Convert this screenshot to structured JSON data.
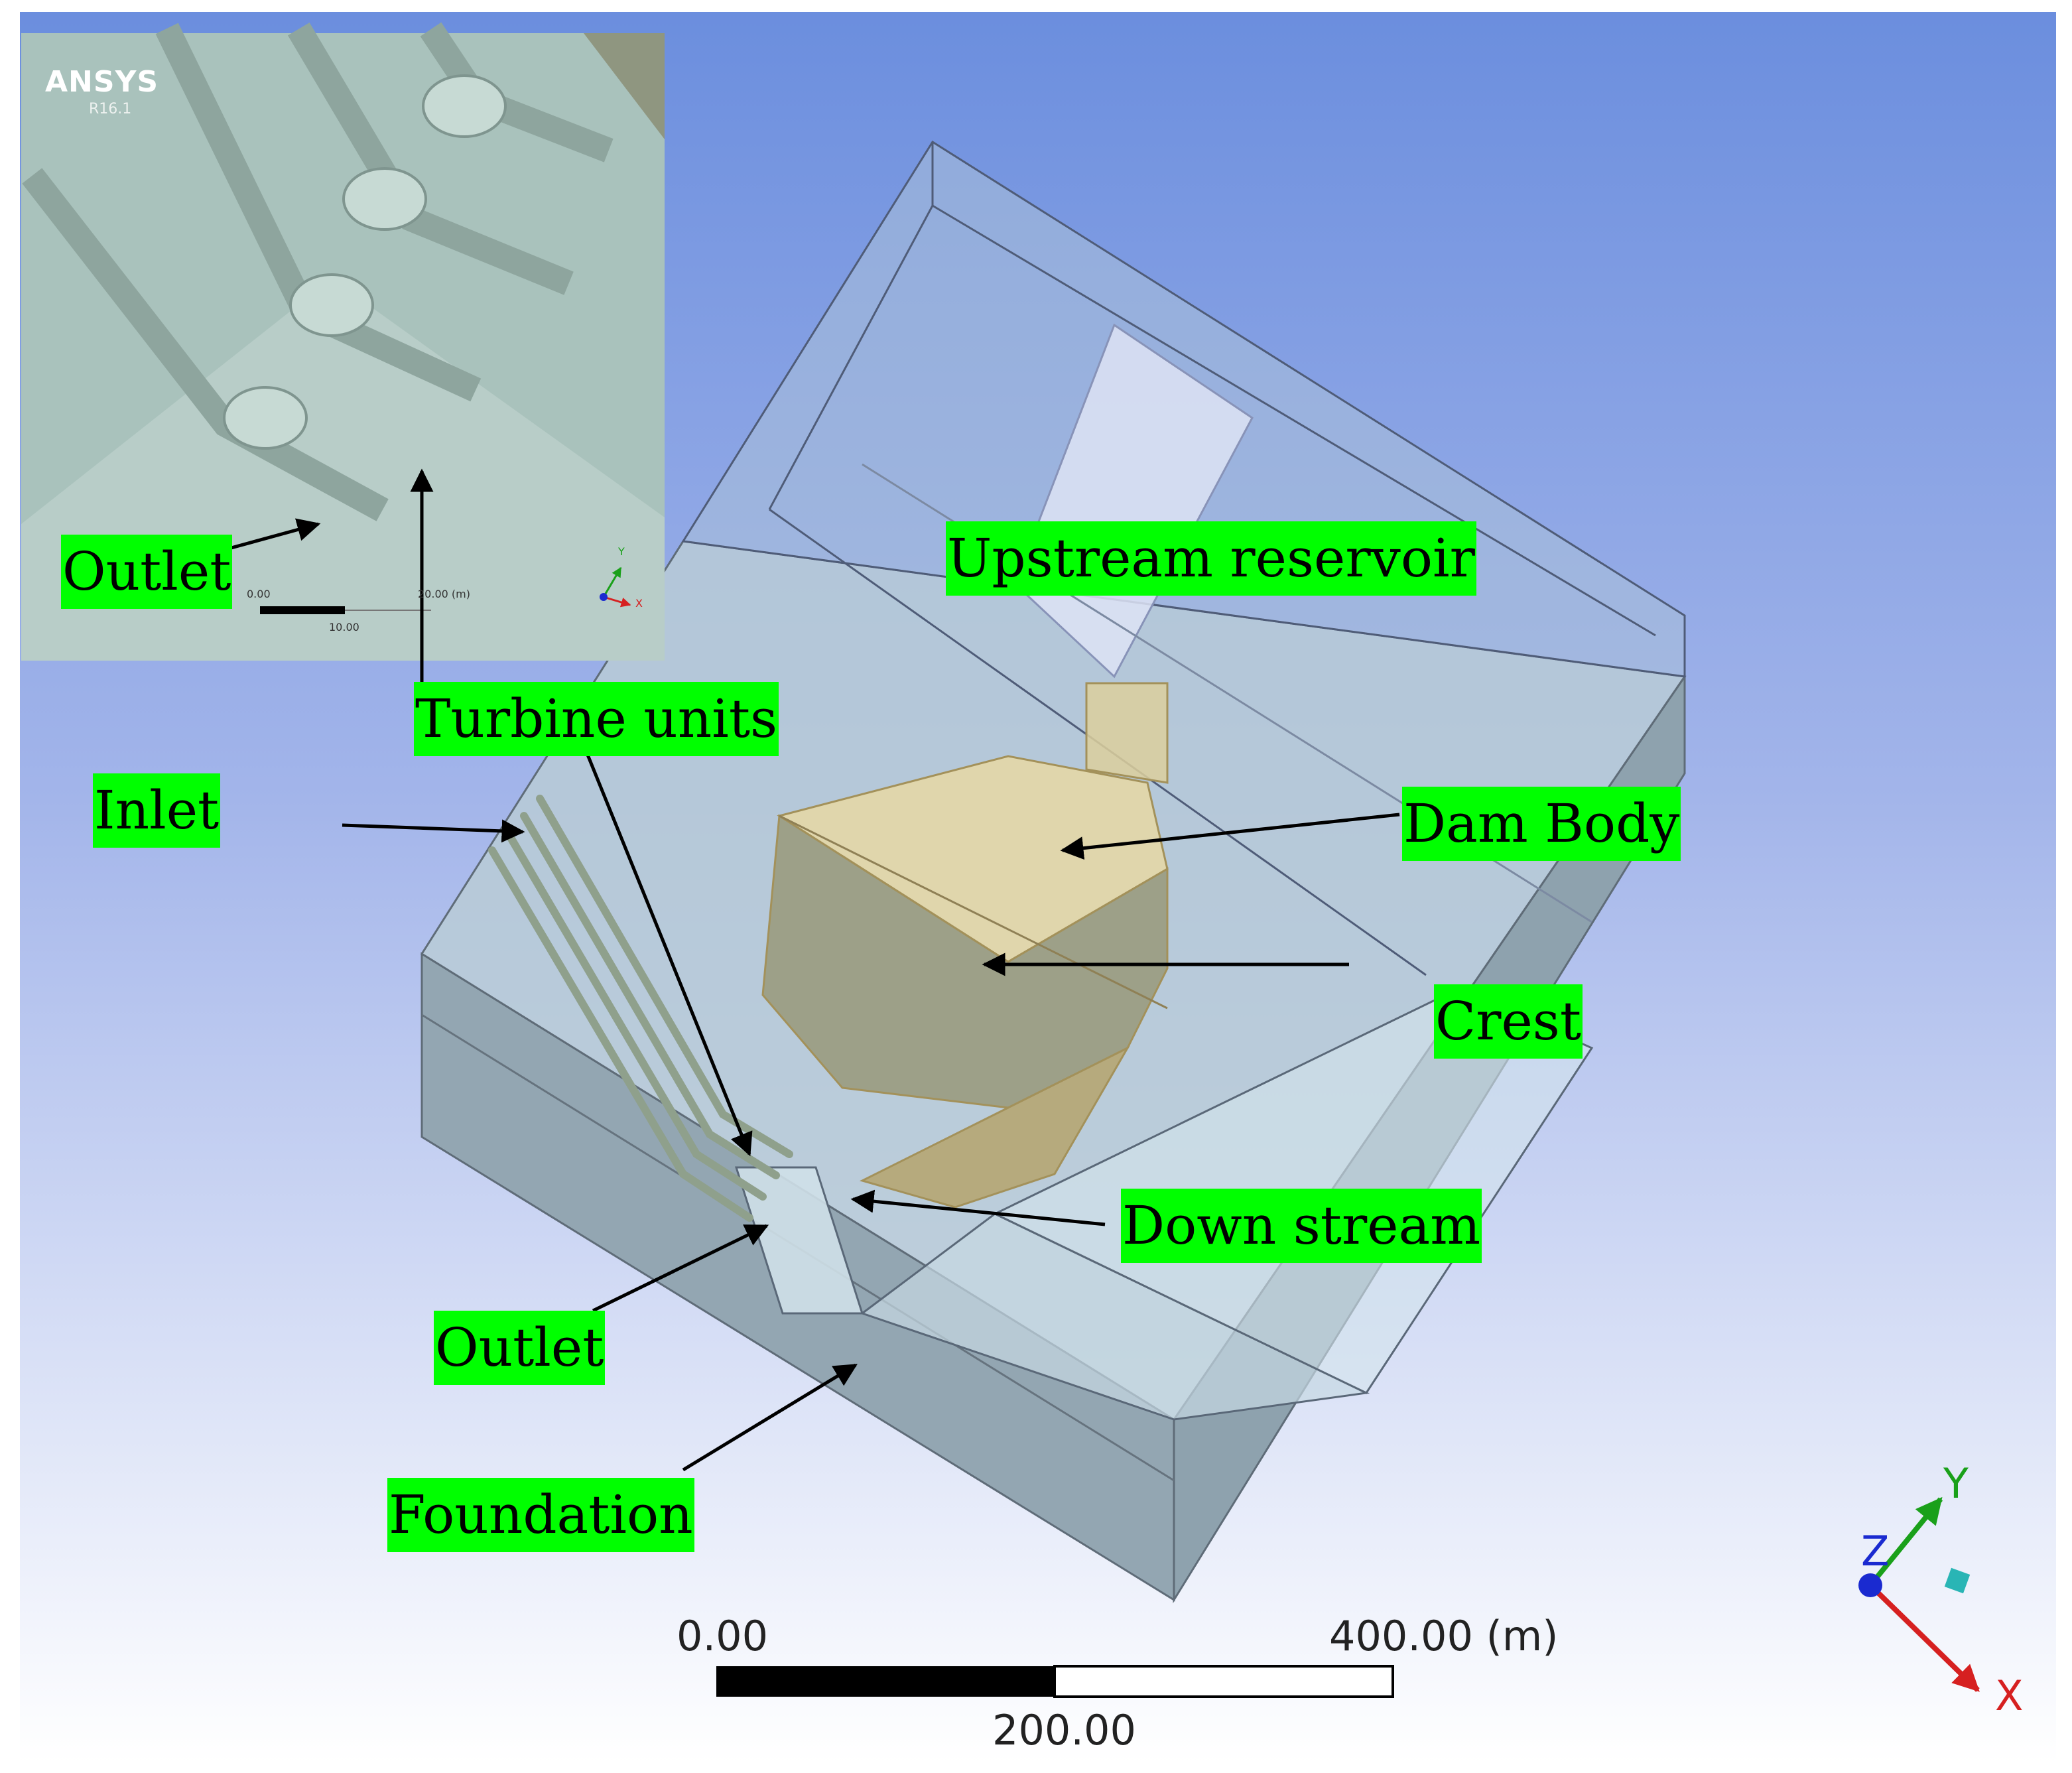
{
  "inset": {
    "brand": "ANSYS",
    "version": "R16.1",
    "scale_start": "0.00",
    "scale_mid": "10.00",
    "scale_end": "20.00 (m)",
    "triad": {
      "x": "X",
      "y": "Y"
    }
  },
  "labels": {
    "outlet_inset": "Outlet",
    "turbine_units": "Turbine units",
    "inlet": "Inlet",
    "upstream_reservoir": "Upstream reservoir",
    "dam_body": "Dam Body",
    "crest": "Crest",
    "down_stream": "Down stream",
    "outlet": "Outlet",
    "foundation": "Foundation"
  },
  "scale_bar": {
    "start": "0.00",
    "mid": "200.00",
    "end": "400.00 (m)"
  },
  "triad": {
    "x": "X",
    "y": "Y",
    "z": "Z"
  },
  "colors": {
    "label_bg": "#00ff00",
    "background_top": "#6b8ede",
    "background_bottom": "#ffffff",
    "model_fill": "#b6c8d2",
    "dam_fill": "#d8cc9a",
    "axis_x": "#d62020",
    "axis_y": "#1aa01a",
    "axis_z": "#1a2ad0"
  }
}
